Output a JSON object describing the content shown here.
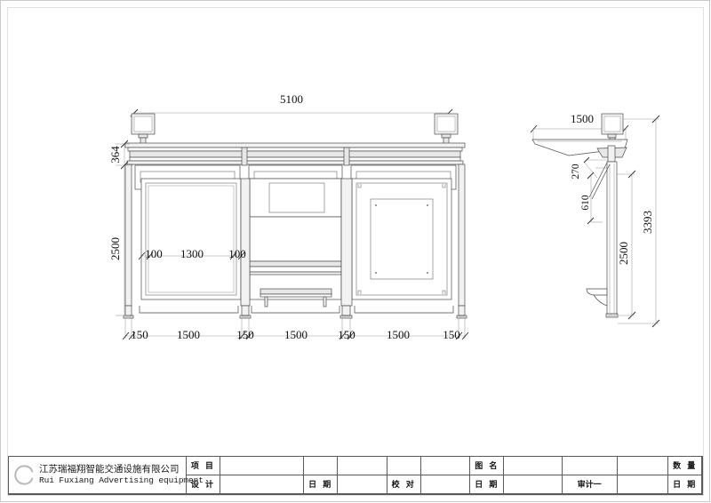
{
  "sheet": {
    "background": "#ffffff",
    "line_color": "#3c3c3c",
    "dim_color": "#1a1a1a"
  },
  "front_view": {
    "name": "bus-shelter-front-elevation",
    "overall_width_label": "5100",
    "top_band_height_label": "364",
    "body_height_label": "2500",
    "inner_dims": [
      {
        "label": "100"
      },
      {
        "label": "1300"
      },
      {
        "label": "100"
      }
    ],
    "bottom_dims": [
      {
        "label": "150"
      },
      {
        "label": "1500"
      },
      {
        "label": "150"
      },
      {
        "label": "1500"
      },
      {
        "label": "150"
      },
      {
        "label": "1500"
      },
      {
        "label": "150"
      }
    ]
  },
  "side_view": {
    "name": "bus-shelter-side-elevation",
    "canopy_depth_label": "1500",
    "bracket_rise_label": "270",
    "bracket_drop_label": "610",
    "post_height_label": "2500",
    "total_height_label": "3393"
  },
  "title_block": {
    "logo_icon": "ring-logo-icon",
    "company_cn": "江苏瑞福翔智能交通设施有限公司",
    "company_en": "Rui Fuxiang Advertising equipment",
    "fields": {
      "project_label": "项 目",
      "project_value": "",
      "design_label": "设 计",
      "design_value": "",
      "date1_label": "日 期",
      "date1_value": "",
      "check_label": "校 对",
      "check_value": "",
      "drawing_name_label": "图 名",
      "drawing_name_value": "",
      "date2_label": "日 期",
      "date2_value": "",
      "audit_value": "审计一",
      "quantity_label": "数 量",
      "quantity_value": "",
      "date3_label": "日 期",
      "date3_value": ""
    }
  }
}
